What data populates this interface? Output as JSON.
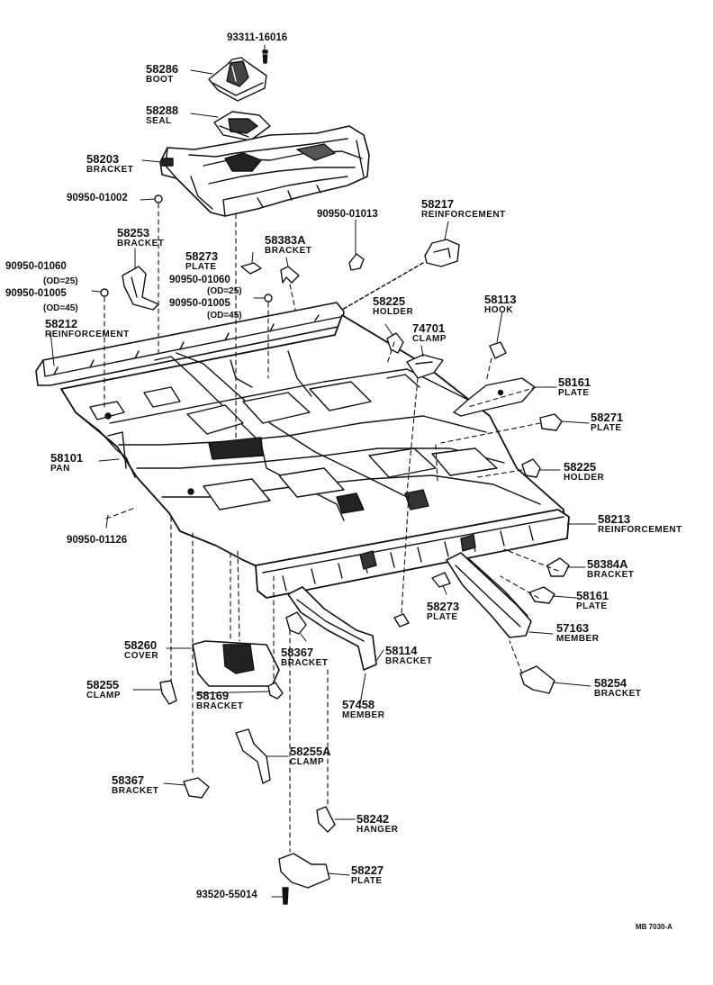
{
  "figure_id": "MB 7030-A",
  "parts": [
    {
      "id": "p93311",
      "number": "93311-16016",
      "name": ""
    },
    {
      "id": "p58286",
      "number": "58286",
      "name": "BOOT"
    },
    {
      "id": "p58288",
      "number": "58288",
      "name": "SEAL"
    },
    {
      "id": "p58203",
      "number": "58203",
      "name": "BRACKET"
    },
    {
      "id": "p909501002",
      "number": "90950-01002",
      "name": ""
    },
    {
      "id": "p58217",
      "number": "58217",
      "name": "REINFORCEMENT"
    },
    {
      "id": "p909501013",
      "number": "90950-01013",
      "name": ""
    },
    {
      "id": "p58253",
      "number": "58253",
      "name": "BRACKET"
    },
    {
      "id": "p58273a",
      "number": "58273",
      "name": "PLATE"
    },
    {
      "id": "p58383a",
      "number": "58383A",
      "name": "BRACKET"
    },
    {
      "id": "p909501060a",
      "number": "90950-01060",
      "name": "(OD=25)"
    },
    {
      "id": "p909501005a",
      "number": "90950-01005",
      "name": "(OD=45)"
    },
    {
      "id": "p909501060b",
      "number": "90950-01060",
      "name": "(OD=25)"
    },
    {
      "id": "p909501005b",
      "number": "90950-01005",
      "name": "(OD=45)"
    },
    {
      "id": "p58212",
      "number": "58212",
      "name": "REINFORCEMENT"
    },
    {
      "id": "p58225a",
      "number": "58225",
      "name": "HOLDER"
    },
    {
      "id": "p58113",
      "number": "58113",
      "name": "HOOK"
    },
    {
      "id": "p74701",
      "number": "74701",
      "name": "CLAMP"
    },
    {
      "id": "p58161a",
      "number": "58161",
      "name": "PLATE"
    },
    {
      "id": "p58271",
      "number": "58271",
      "name": "PLATE"
    },
    {
      "id": "p58101",
      "number": "58101",
      "name": "PAN"
    },
    {
      "id": "p58225b",
      "number": "58225",
      "name": "HOLDER"
    },
    {
      "id": "p909501126",
      "number": "90950-01126",
      "name": ""
    },
    {
      "id": "p58213",
      "number": "58213",
      "name": "REINFORCEMENT"
    },
    {
      "id": "p58384a",
      "number": "58384A",
      "name": "BRACKET"
    },
    {
      "id": "p58161b",
      "number": "58161",
      "name": "PLATE"
    },
    {
      "id": "p58273b",
      "number": "58273",
      "name": "PLATE"
    },
    {
      "id": "p57163",
      "number": "57163",
      "name": "MEMBER"
    },
    {
      "id": "p58260",
      "number": "58260",
      "name": "COVER"
    },
    {
      "id": "p58367a",
      "number": "58367",
      "name": "BRACKET"
    },
    {
      "id": "p58114",
      "number": "58114",
      "name": "BRACKET"
    },
    {
      "id": "p58254",
      "number": "58254",
      "name": "BRACKET"
    },
    {
      "id": "p58255",
      "number": "58255",
      "name": "CLAMP"
    },
    {
      "id": "p58169",
      "number": "58169",
      "name": "BRACKET"
    },
    {
      "id": "p57458",
      "number": "57458",
      "name": "MEMBER"
    },
    {
      "id": "p58255a",
      "number": "58255A",
      "name": "CLAMP"
    },
    {
      "id": "p58367b",
      "number": "58367",
      "name": "BRACKET"
    },
    {
      "id": "p58242",
      "number": "58242",
      "name": "HANGER"
    },
    {
      "id": "p58227",
      "number": "58227",
      "name": "PLATE"
    },
    {
      "id": "p93520",
      "number": "93520-55014",
      "name": ""
    }
  ],
  "colors": {
    "ink": "#111111",
    "paper": "#ffffff"
  }
}
